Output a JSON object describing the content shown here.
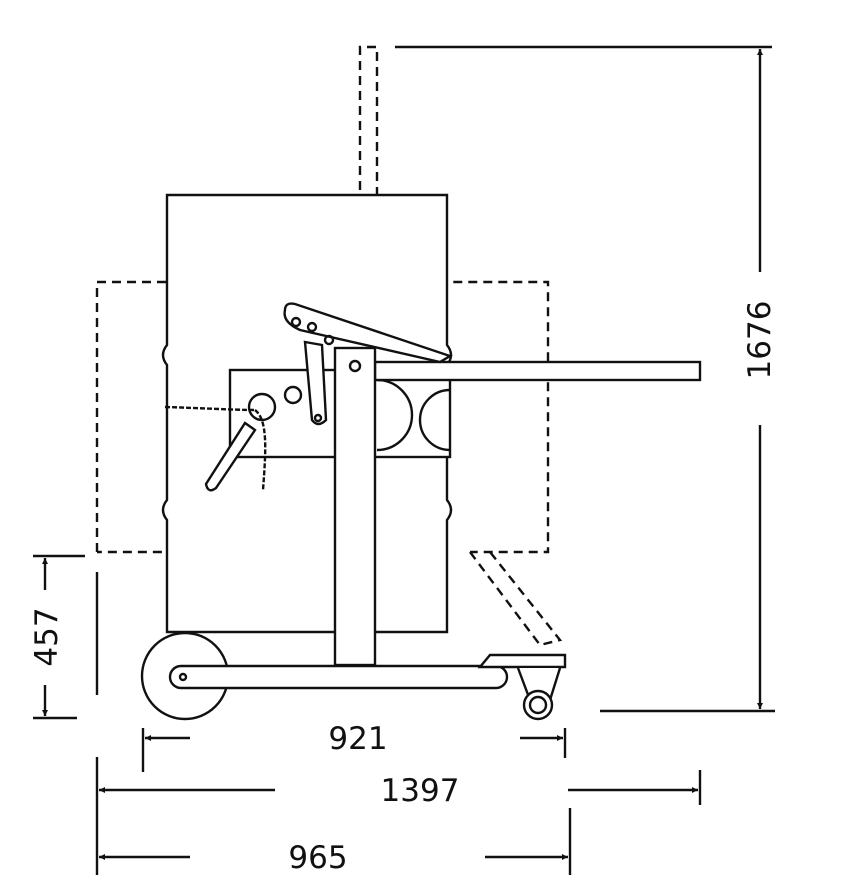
{
  "dimensions": {
    "overall_height": "1676",
    "lift_height": "457",
    "wheelbase": "921",
    "overall_length": "1397",
    "base_length": "965"
  }
}
